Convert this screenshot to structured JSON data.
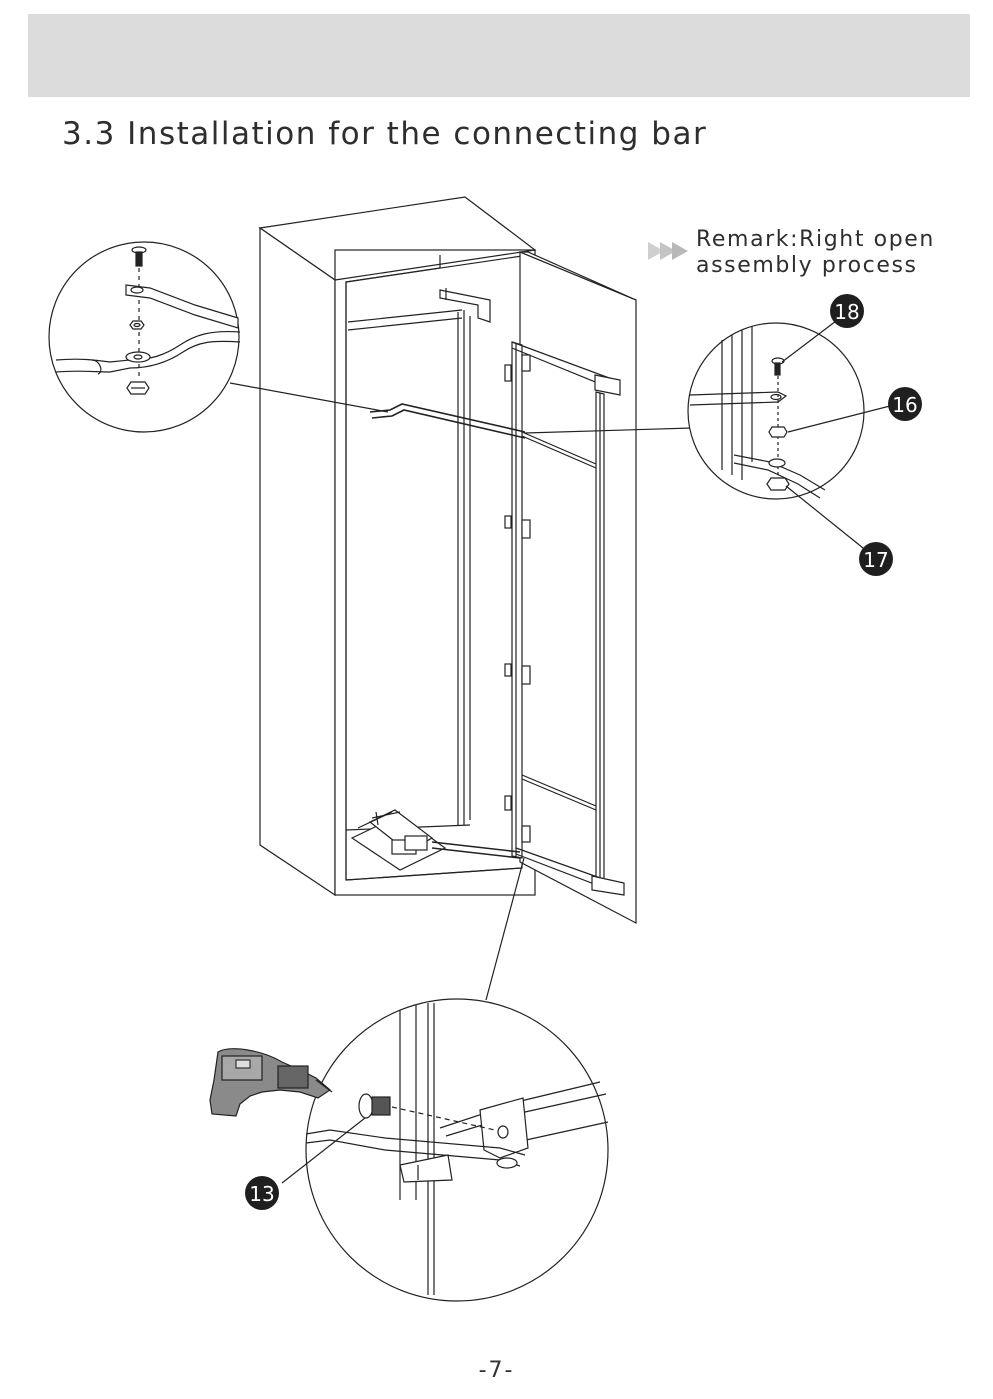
{
  "page": {
    "section_title": "3.3 Installation for the connecting bar",
    "remark_line1": "Remark:Right open",
    "remark_line2": "assembly  process",
    "page_number": "-7-"
  },
  "callouts": [
    {
      "id": "callout-18",
      "label": "18"
    },
    {
      "id": "callout-16",
      "label": "16"
    },
    {
      "id": "callout-17",
      "label": "17"
    },
    {
      "id": "callout-13",
      "label": "13"
    }
  ],
  "colors": {
    "header_band": "#dcdcdc",
    "line": "#222222",
    "callout_fill": "#1f1f1f",
    "arrow_fill": "#c8c8c8"
  },
  "icons": [
    "double-arrow-icon",
    "drill-icon",
    "screw-icon",
    "nut-icon",
    "washer-icon"
  ]
}
